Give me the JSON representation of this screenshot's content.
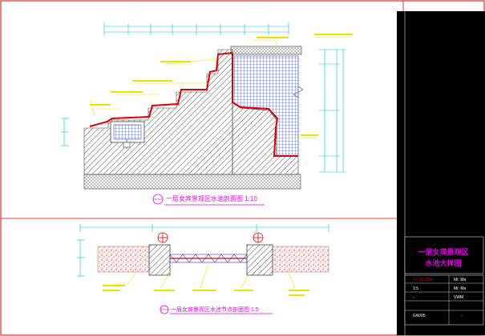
{
  "drawing": {
    "section_title": "一层女宾景观区水池剖面图 1:10",
    "detail_title": "一层女宾景观区水池节点剖面图 1:5"
  },
  "title_block": {
    "title_line1": "一层女宾景观区",
    "title_line2": "水池大样图",
    "date": "07.09.2004",
    "designer": "Mr. Ma",
    "scale": "1:5",
    "checker": "Mr. Ma",
    "sheet_code": "VWM",
    "drawing_no": "GW/05",
    "dash": "-"
  },
  "colors": {
    "border": "#e00000",
    "title": "#e000e0",
    "dimension": "#00c8c8",
    "annotation": "#f0e000",
    "structure": "#606060",
    "section_edge": "#e00000",
    "tile": "#2030c0"
  }
}
